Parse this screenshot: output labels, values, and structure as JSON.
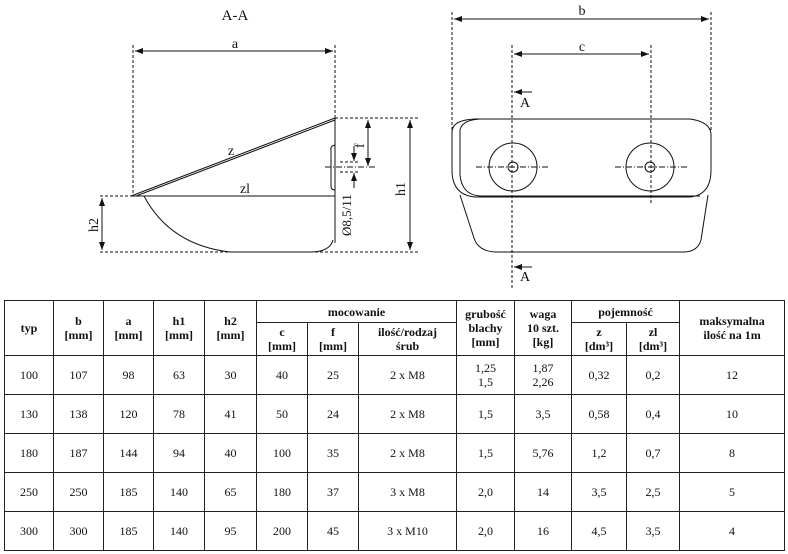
{
  "drawing": {
    "section_title": "A-A",
    "labels": {
      "a": "a",
      "b": "b",
      "c": "c",
      "z": "z",
      "z1": "zl",
      "h1": "h1",
      "h2": "h2",
      "f": "f",
      "hole": "Ø8,5/11",
      "section_mark": "A"
    }
  },
  "table": {
    "headers": {
      "typ": "typ",
      "b": [
        "b",
        "[mm]"
      ],
      "a": [
        "a",
        "[mm]"
      ],
      "h1": [
        "h1",
        "[mm]"
      ],
      "h2": [
        "h2",
        "[mm]"
      ],
      "mocowanie": "mocowanie",
      "c": [
        "c",
        "[mm]"
      ],
      "f": [
        "f",
        "[mm]"
      ],
      "srub": [
        "ilość/rodzaj",
        "śrub"
      ],
      "grubosc": [
        "grubość",
        "blachy",
        "[mm]"
      ],
      "waga": [
        "waga",
        "10 szt.",
        "[kg]"
      ],
      "pojemnosc": "pojemność",
      "z": [
        "z",
        "[dm³]"
      ],
      "z1": [
        "zl",
        "[dm³]"
      ],
      "max": [
        "maksymalna",
        "ilość na 1m"
      ]
    },
    "rows": [
      {
        "typ": "100",
        "b": "107",
        "a": "98",
        "h1": "63",
        "h2": "30",
        "c": "40",
        "f": "25",
        "srub": "2 x M8",
        "grubosc": [
          "1,25",
          "1,5"
        ],
        "waga": [
          "1,87",
          "2,26"
        ],
        "z": "0,32",
        "z1": "0,2",
        "max": "12"
      },
      {
        "typ": "130",
        "b": "138",
        "a": "120",
        "h1": "78",
        "h2": "41",
        "c": "50",
        "f": "24",
        "srub": "2 x M8",
        "grubosc": [
          "1,5"
        ],
        "waga": [
          "3,5"
        ],
        "z": "0,58",
        "z1": "0,4",
        "max": "10"
      },
      {
        "typ": "180",
        "b": "187",
        "a": "144",
        "h1": "94",
        "h2": "40",
        "c": "100",
        "f": "35",
        "srub": "2 x M8",
        "grubosc": [
          "1,5"
        ],
        "waga": [
          "5,76"
        ],
        "z": "1,2",
        "z1": "0,7",
        "max": "8"
      },
      {
        "typ": "250",
        "b": "250",
        "a": "185",
        "h1": "140",
        "h2": "65",
        "c": "180",
        "f": "37",
        "srub": "3 x M8",
        "grubosc": [
          "2,0"
        ],
        "waga": [
          "14"
        ],
        "z": "3,5",
        "z1": "2,5",
        "max": "5"
      },
      {
        "typ": "300",
        "b": "300",
        "a": "185",
        "h1": "140",
        "h2": "95",
        "c": "200",
        "f": "45",
        "srub": "3 x M10",
        "grubosc": [
          "2,0"
        ],
        "waga": [
          "16"
        ],
        "z": "4,5",
        "z1": "3,5",
        "max": "4"
      }
    ]
  }
}
